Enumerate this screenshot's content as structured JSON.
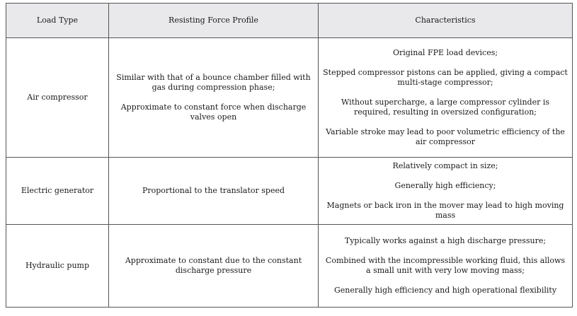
{
  "table": {
    "headers": [
      "Load Type",
      "Resisting Force Profile",
      "Characteristics"
    ],
    "rows": [
      {
        "load_type": "Air compressor",
        "profile": [
          "Similar with that of a bounce chamber filled with gas during compression phase;",
          "Approximate to constant force when discharge valves open"
        ],
        "characteristics": [
          "Original FPE load devices;",
          "Stepped compressor pistons can be applied, giving a compact multi-stage compressor;",
          "Without supercharge, a large compressor cylinder is required, resulting in oversized configuration;",
          "Variable stroke may lead to poor volumetric efficiency of the air compressor"
        ]
      },
      {
        "load_type": "Electric generator",
        "profile": [
          "Proportional to the translator speed"
        ],
        "characteristics": [
          "Relatively compact in size;",
          "Generally high efficiency;",
          "Magnets or back iron in the mover may lead to high moving mass"
        ]
      },
      {
        "load_type": "Hydraulic pump",
        "profile": [
          "Approximate to constant due to the constant discharge pressure"
        ],
        "characteristics": [
          "Typically works against a high discharge pressure;",
          "Combined with the incompressible working fluid, this allows a small unit with very low moving mass;",
          "Generally high efficiency and high operational flexibility"
        ]
      }
    ]
  }
}
